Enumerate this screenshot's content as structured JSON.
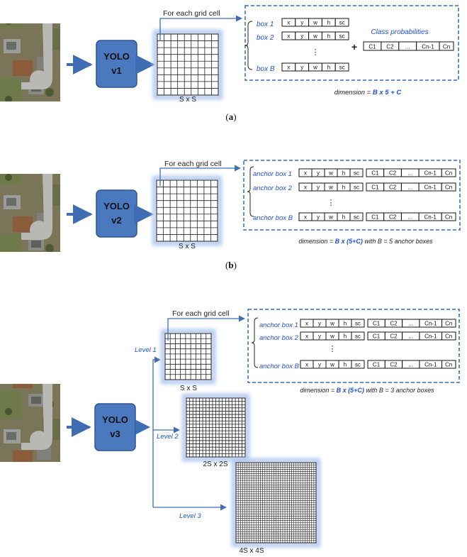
{
  "colors": {
    "yolo_box": "#4a79c0",
    "arrow": "#3f6db3",
    "blue_text": "#1f4fd8",
    "dashed": "#2e6bbf",
    "grid": "#222222",
    "glow": "#aec6ee"
  },
  "panels": {
    "a": {
      "model": {
        "line1": "YOLO",
        "line2": "v1"
      },
      "grid_title": "For each grid cell",
      "grid_label": "S x S",
      "rows": [
        {
          "label": "box 1"
        },
        {
          "label": "box 2"
        },
        {
          "label": "box B"
        }
      ],
      "box_cells": [
        "x",
        "y",
        "w",
        "h",
        "sc"
      ],
      "ellipsis": "⋮",
      "plus": "+",
      "class_title": "Class probabilities",
      "class_cells": [
        "C1",
        "C2",
        "...",
        "Cn-1",
        "Cn"
      ],
      "dimension_prefix": "dimension = ",
      "dimension_value": "B x 5 + C",
      "dimension_suffix": "",
      "caption": "(a)"
    },
    "b": {
      "model": {
        "line1": "YOLO",
        "line2": "v2"
      },
      "grid_title": "For each grid cell",
      "grid_label": "S x S",
      "rows": [
        {
          "label": "anchor box 1"
        },
        {
          "label": "anchor box 2"
        },
        {
          "label": "anchor box B"
        }
      ],
      "box_cells": [
        "x",
        "y",
        "w",
        "h",
        "sc"
      ],
      "class_cells": [
        "C1",
        "C2",
        "...",
        "Cn-1",
        "Cn"
      ],
      "ellipsis": "⋮",
      "dimension_prefix": "dimension = ",
      "dimension_value": "B x (5+C)",
      "dimension_suffix": " with B = 5 anchor boxes",
      "caption": "(b)"
    },
    "c": {
      "model": {
        "line1": "YOLO",
        "line2": "v3"
      },
      "grid_title": "For each grid cell",
      "levels": [
        {
          "label": "Level 1",
          "grid_label": "S x S"
        },
        {
          "label": "Level 2",
          "grid_label": "2S x 2S"
        },
        {
          "label": "Level 3",
          "grid_label": "4S x 4S"
        }
      ],
      "rows": [
        {
          "label": "anchor box 1"
        },
        {
          "label": "anchor box 2"
        },
        {
          "label": "anchor box B"
        }
      ],
      "box_cells": [
        "x",
        "y",
        "w",
        "h",
        "sc"
      ],
      "class_cells": [
        "C1",
        "C2",
        "...",
        "Cn-1",
        "Cn"
      ],
      "ellipsis": "⋮",
      "dimension_prefix": "dimension = ",
      "dimension_value": "B x (5+C)",
      "dimension_suffix": " with B = 3 anchor boxes"
    }
  }
}
